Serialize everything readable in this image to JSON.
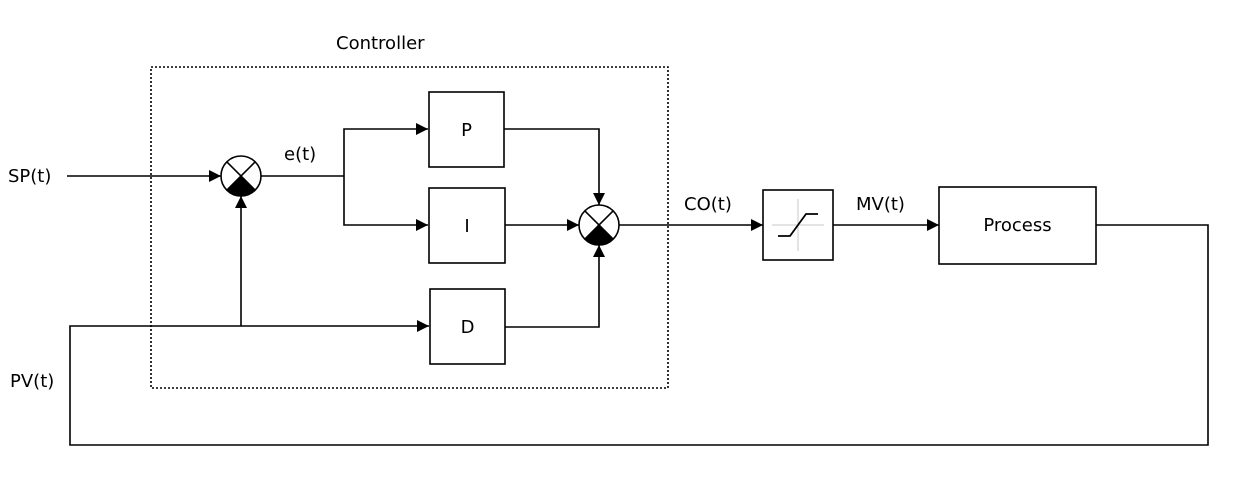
{
  "controller": {
    "title": "Controller",
    "blocks": {
      "p": "P",
      "i": "I",
      "d": "D"
    }
  },
  "signals": {
    "setpoint": "SP(t)",
    "error": "e(t)",
    "controller_output": "CO(t)",
    "manipulated_variable": "MV(t)",
    "process_variable": "PV(t)"
  },
  "blocks": {
    "process": "Process"
  },
  "icons": {
    "summing_junction": "summing-junction-icon",
    "saturation": "saturation-icon"
  }
}
